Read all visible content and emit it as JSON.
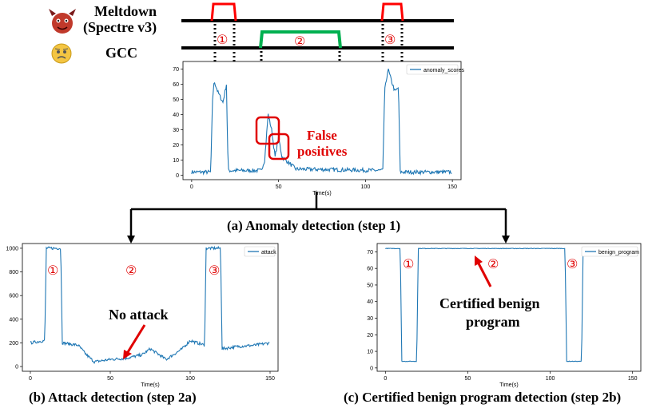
{
  "timeline": {
    "meltdown_label_1": "Meltdown",
    "meltdown_label_2": "(Spectre v3)",
    "gcc_label": "GCC",
    "markers": [
      "①",
      "②",
      "③"
    ],
    "colors": {
      "attack": "#ff0000",
      "benign": "#00b050",
      "line": "#000000"
    }
  },
  "icons": {
    "meltdown": "devil-face-icon",
    "gcc": "worried-face-icon"
  },
  "chart_a": {
    "caption": "(a) Anomaly detection (step 1)",
    "false_pos_1": "False",
    "false_pos_2": "positives",
    "chart_data": {
      "type": "line",
      "series": [
        {
          "name": "anomaly_scores",
          "color": "#1f77b4"
        }
      ],
      "xlabel": "Time(s)",
      "xlim": [
        -5,
        155
      ],
      "ylim": [
        -3,
        75
      ],
      "xticks": [
        0,
        50,
        100,
        150
      ],
      "yticks": [
        0,
        10,
        20,
        30,
        40,
        50,
        60,
        70
      ],
      "profile": [
        [
          0,
          2
        ],
        [
          11,
          2
        ],
        [
          12,
          50
        ],
        [
          13,
          62
        ],
        [
          15,
          55
        ],
        [
          18,
          48
        ],
        [
          20,
          60
        ],
        [
          21,
          3
        ],
        [
          40,
          3
        ],
        [
          42,
          10
        ],
        [
          44,
          40
        ],
        [
          46,
          30
        ],
        [
          48,
          12
        ],
        [
          50,
          25
        ],
        [
          52,
          12
        ],
        [
          56,
          8
        ],
        [
          60,
          4
        ],
        [
          110,
          3
        ],
        [
          111,
          55
        ],
        [
          113,
          70
        ],
        [
          115,
          62
        ],
        [
          117,
          55
        ],
        [
          119,
          58
        ],
        [
          120,
          2
        ],
        [
          150,
          2
        ]
      ]
    }
  },
  "chart_b": {
    "caption": "(b) Attack detection (step 2a)",
    "no_attack": "No attack",
    "chart_data": {
      "type": "line",
      "series": [
        {
          "name": "attack",
          "color": "#1f77b4"
        }
      ],
      "xlabel": "Time(s)",
      "xlim": [
        -5,
        155
      ],
      "ylim": [
        -40,
        1040
      ],
      "xticks": [
        0,
        50,
        100,
        150
      ],
      "yticks": [
        0,
        200,
        400,
        600,
        800,
        1000
      ],
      "profile": [
        [
          0,
          200
        ],
        [
          9,
          220
        ],
        [
          10,
          1000
        ],
        [
          19,
          1000
        ],
        [
          20,
          200
        ],
        [
          30,
          180
        ],
        [
          35,
          100
        ],
        [
          40,
          40
        ],
        [
          50,
          60
        ],
        [
          60,
          70
        ],
        [
          70,
          100
        ],
        [
          75,
          150
        ],
        [
          85,
          60
        ],
        [
          95,
          150
        ],
        [
          100,
          220
        ],
        [
          109,
          180
        ],
        [
          110,
          1000
        ],
        [
          119,
          1000
        ],
        [
          120,
          150
        ],
        [
          130,
          170
        ],
        [
          140,
          180
        ],
        [
          150,
          200
        ]
      ]
    }
  },
  "chart_c": {
    "caption": "(c) Certified benign program detection (step 2b)",
    "cert_1": "Certified benign",
    "cert_2": "program",
    "chart_data": {
      "type": "line",
      "series": [
        {
          "name": "benign_program",
          "color": "#1f77b4"
        }
      ],
      "xlabel": "Time(s)",
      "xlim": [
        -5,
        155
      ],
      "ylim": [
        -2,
        75
      ],
      "xticks": [
        0,
        50,
        100,
        150
      ],
      "yticks": [
        0,
        10,
        20,
        30,
        40,
        50,
        60,
        70
      ],
      "profile": [
        [
          0,
          72
        ],
        [
          9,
          72
        ],
        [
          10,
          4
        ],
        [
          19,
          4
        ],
        [
          20,
          72
        ],
        [
          109,
          72
        ],
        [
          110,
          4
        ],
        [
          119,
          4
        ],
        [
          120,
          72
        ],
        [
          150,
          72
        ]
      ]
    }
  }
}
